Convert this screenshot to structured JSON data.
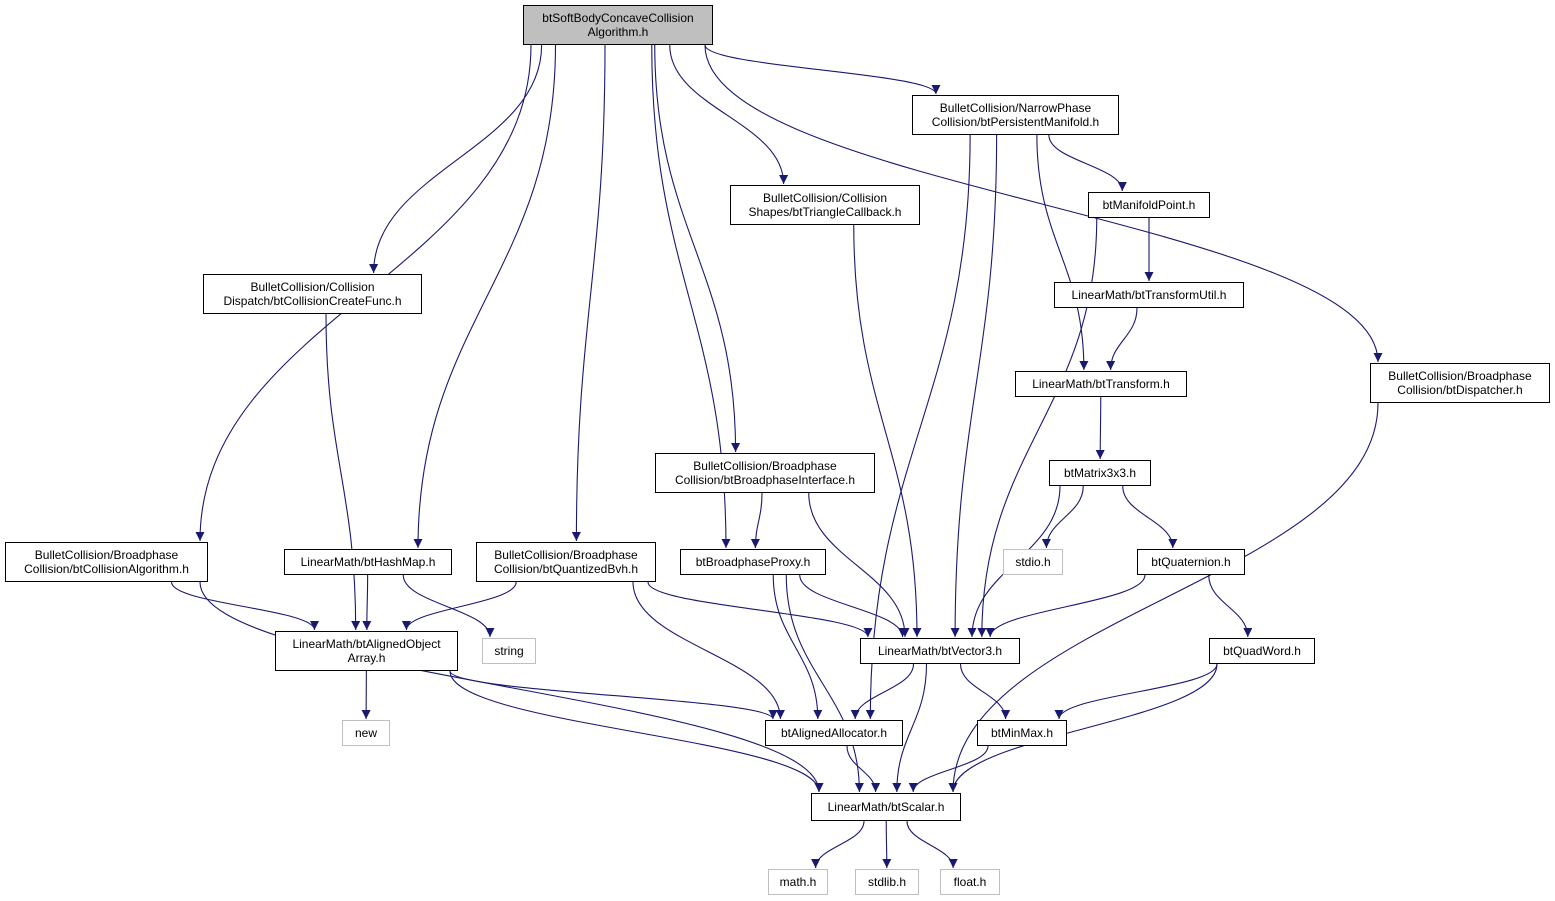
{
  "diagram": {
    "nodes": {
      "root": {
        "lines": [
          "btSoftBodyConcaveCollision",
          "Algorithm.h"
        ],
        "color": "#bfbfbf"
      },
      "persistentManifold": {
        "lines": [
          "BulletCollision/NarrowPhase",
          "Collision/btPersistentManifold.h"
        ]
      },
      "triangleCallback": {
        "lines": [
          "BulletCollision/Collision",
          "Shapes/btTriangleCallback.h"
        ]
      },
      "manifoldPoint": {
        "lines": [
          "btManifoldPoint.h"
        ]
      },
      "collisionCreateFunc": {
        "lines": [
          "BulletCollision/Collision",
          "Dispatch/btCollisionCreateFunc.h"
        ]
      },
      "transformUtil": {
        "lines": [
          "LinearMath/btTransformUtil.h"
        ]
      },
      "transform": {
        "lines": [
          "LinearMath/btTransform.h"
        ]
      },
      "dispatcher": {
        "lines": [
          "BulletCollision/Broadphase",
          "Collision/btDispatcher.h"
        ]
      },
      "broadphaseInterface": {
        "lines": [
          "BulletCollision/Broadphase",
          "Collision/btBroadphaseInterface.h"
        ]
      },
      "matrix3x3": {
        "lines": [
          "btMatrix3x3.h"
        ]
      },
      "collisionAlgorithm": {
        "lines": [
          "BulletCollision/Broadphase",
          "Collision/btCollisionAlgorithm.h"
        ]
      },
      "hashMap": {
        "lines": [
          "LinearMath/btHashMap.h"
        ]
      },
      "quantizedBvh": {
        "lines": [
          "BulletCollision/Broadphase",
          "Collision/btQuantizedBvh.h"
        ]
      },
      "broadphaseProxy": {
        "lines": [
          "btBroadphaseProxy.h"
        ]
      },
      "stdio": {
        "lines": [
          "stdio.h"
        ],
        "system": true
      },
      "quaternion": {
        "lines": [
          "btQuaternion.h"
        ]
      },
      "alignedObjectArray": {
        "lines": [
          "LinearMath/btAlignedObject",
          "Array.h"
        ]
      },
      "string": {
        "lines": [
          "string"
        ],
        "system": true
      },
      "vector3": {
        "lines": [
          "LinearMath/btVector3.h"
        ]
      },
      "quadWord": {
        "lines": [
          "btQuadWord.h"
        ]
      },
      "new": {
        "lines": [
          "new"
        ],
        "system": true
      },
      "alignedAllocator": {
        "lines": [
          "btAlignedAllocator.h"
        ]
      },
      "minMax": {
        "lines": [
          "btMinMax.h"
        ]
      },
      "scalar": {
        "lines": [
          "LinearMath/btScalar.h"
        ]
      },
      "math": {
        "lines": [
          "math.h"
        ],
        "system": true
      },
      "stdlib": {
        "lines": [
          "stdlib.h"
        ],
        "system": true
      },
      "float": {
        "lines": [
          "float.h"
        ],
        "system": true
      }
    },
    "edges": [
      [
        "root",
        "collisionAlgorithm"
      ],
      [
        "root",
        "collisionCreateFunc"
      ],
      [
        "root",
        "hashMap"
      ],
      [
        "root",
        "quantizedBvh"
      ],
      [
        "root",
        "broadphaseProxy"
      ],
      [
        "root",
        "broadphaseInterface"
      ],
      [
        "root",
        "triangleCallback"
      ],
      [
        "root",
        "persistentManifold"
      ],
      [
        "root",
        "dispatcher"
      ],
      [
        "persistentManifold",
        "manifoldPoint"
      ],
      [
        "persistentManifold",
        "transform"
      ],
      [
        "persistentManifold",
        "vector3"
      ],
      [
        "persistentManifold",
        "alignedAllocator"
      ],
      [
        "triangleCallback",
        "vector3"
      ],
      [
        "manifoldPoint",
        "transformUtil"
      ],
      [
        "manifoldPoint",
        "vector3"
      ],
      [
        "transformUtil",
        "transform"
      ],
      [
        "transform",
        "matrix3x3"
      ],
      [
        "matrix3x3",
        "stdio"
      ],
      [
        "matrix3x3",
        "vector3"
      ],
      [
        "matrix3x3",
        "quaternion"
      ],
      [
        "quaternion",
        "vector3"
      ],
      [
        "quaternion",
        "quadWord"
      ],
      [
        "quadWord",
        "minMax"
      ],
      [
        "quadWord",
        "scalar"
      ],
      [
        "dispatcher",
        "scalar"
      ],
      [
        "collisionCreateFunc",
        "alignedObjectArray"
      ],
      [
        "broadphaseInterface",
        "broadphaseProxy"
      ],
      [
        "broadphaseInterface",
        "vector3"
      ],
      [
        "collisionAlgorithm",
        "alignedObjectArray"
      ],
      [
        "collisionAlgorithm",
        "scalar"
      ],
      [
        "hashMap",
        "alignedObjectArray"
      ],
      [
        "hashMap",
        "string"
      ],
      [
        "quantizedBvh",
        "alignedObjectArray"
      ],
      [
        "quantizedBvh",
        "alignedAllocator"
      ],
      [
        "quantizedBvh",
        "vector3"
      ],
      [
        "broadphaseProxy",
        "vector3"
      ],
      [
        "broadphaseProxy",
        "alignedAllocator"
      ],
      [
        "broadphaseProxy",
        "scalar"
      ],
      [
        "alignedObjectArray",
        "new"
      ],
      [
        "alignedObjectArray",
        "alignedAllocator"
      ],
      [
        "alignedObjectArray",
        "scalar"
      ],
      [
        "vector3",
        "alignedAllocator"
      ],
      [
        "vector3",
        "minMax"
      ],
      [
        "vector3",
        "scalar"
      ],
      [
        "alignedAllocator",
        "scalar"
      ],
      [
        "minMax",
        "scalar"
      ],
      [
        "scalar",
        "math"
      ],
      [
        "scalar",
        "stdlib"
      ],
      [
        "scalar",
        "float"
      ]
    ],
    "edge_color": "#191970"
  }
}
